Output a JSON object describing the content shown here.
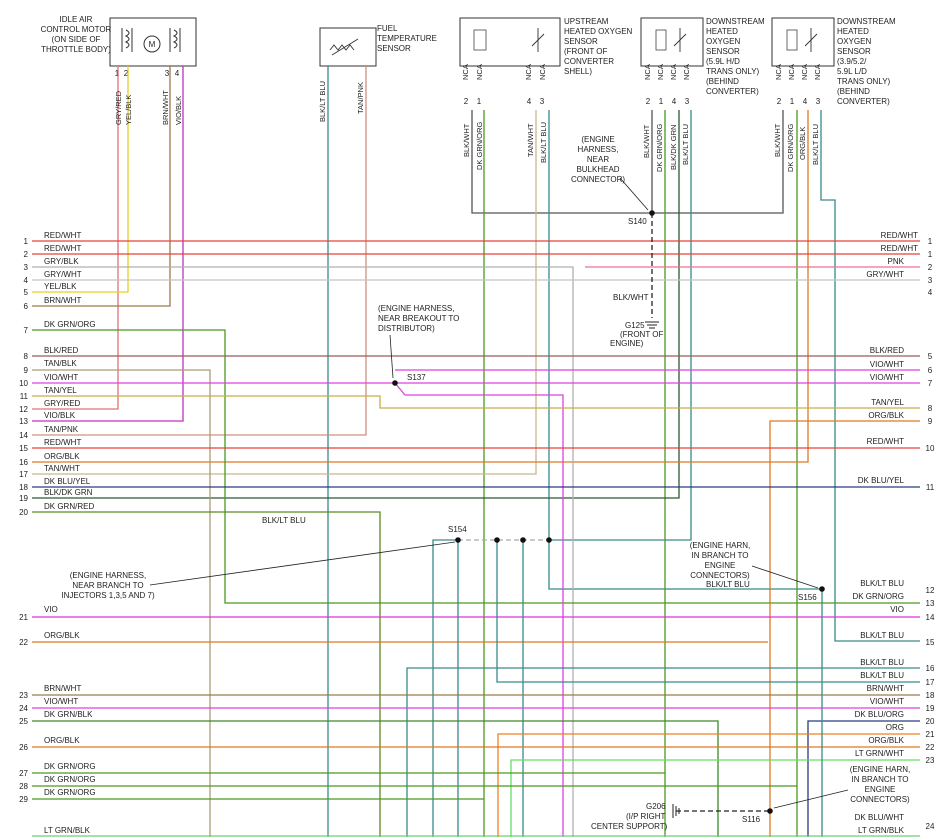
{
  "components": [
    {
      "id": "iac",
      "lines": [
        "IDLE AIR",
        "CONTROL MOTOR",
        "(ON SIDE OF",
        "THROTTLE BODY)"
      ],
      "pins": [
        "1",
        "2",
        "3",
        "4"
      ],
      "motor_symbol": "M"
    },
    {
      "id": "fts",
      "lines": [
        "FUEL",
        "TEMPERATURE",
        "SENSOR"
      ],
      "pins": [],
      "motor_symbol": ""
    },
    {
      "id": "uho2s",
      "lines": [
        "UPSTREAM",
        "HEATED OXYGEN",
        "SENSOR",
        "(FRONT OF",
        "CONVERTER",
        "SHELL)"
      ],
      "pins": [
        "2",
        "1",
        "4",
        "3"
      ],
      "motor_symbol": ""
    },
    {
      "id": "dho2s1",
      "lines": [
        "DOWNSTREAM",
        "HEATED",
        "OXYGEN",
        "SENSOR",
        "(5.9L H/D",
        "TRANS ONLY)",
        "(BEHIND",
        "CONVERTER)"
      ],
      "pins": [
        "2",
        "1",
        "4",
        "3"
      ],
      "motor_symbol": ""
    },
    {
      "id": "dho2s2",
      "lines": [
        "DOWNSTREAM",
        "HEATED",
        "OXYGEN",
        "SENSOR",
        "(3.9/5.2/",
        "5.9L L/D",
        "TRANS ONLY)",
        "(BEHIND",
        "CONVERTER)"
      ],
      "pins": [
        "2",
        "1",
        "4",
        "3"
      ],
      "motor_symbol": ""
    }
  ],
  "nca_label": "NCA",
  "vertical_labels": [
    {
      "id": "v1",
      "text": "GRY/RED"
    },
    {
      "id": "v2",
      "text": "YEL/BLK"
    },
    {
      "id": "v3",
      "text": "BRN/WHT"
    },
    {
      "id": "v4",
      "text": "VIO/BLK"
    },
    {
      "id": "v5",
      "text": "BLK/LT BLU"
    },
    {
      "id": "v6",
      "text": "TAN/PNK"
    },
    {
      "id": "v7",
      "text": "BLK/WHT"
    },
    {
      "id": "v8",
      "text": "DK GRN/ORG"
    },
    {
      "id": "v9",
      "text": "TAN/WHT"
    },
    {
      "id": "v10",
      "text": "BLK/LT BLU"
    },
    {
      "id": "v11",
      "text": "BLK/WHT"
    },
    {
      "id": "v12",
      "text": "DK GRN/ORG"
    },
    {
      "id": "v13",
      "text": "BLK/DK GRN"
    },
    {
      "id": "v14",
      "text": "BLK/LT BLU"
    },
    {
      "id": "v15",
      "text": "BLK/WHT"
    },
    {
      "id": "v16",
      "text": "DK GRN/ORG"
    },
    {
      "id": "v17",
      "text": "ORG/BLK"
    },
    {
      "id": "v18",
      "text": "BLK/LT BLU"
    }
  ],
  "left_pins": [
    {
      "pin": "1",
      "label": "RED/WHT",
      "color": "#e8403a"
    },
    {
      "pin": "2",
      "label": "RED/WHT",
      "color": "#e8403a"
    },
    {
      "pin": "3",
      "label": "GRY/BLK",
      "color": "#b0b0b0"
    },
    {
      "pin": "4",
      "label": "GRY/WHT",
      "color": "#c4c4c4"
    },
    {
      "pin": "5",
      "label": "YEL/BLK",
      "color": "#e8d020"
    },
    {
      "pin": "6",
      "label": "BRN/WHT",
      "color": "#9a7a4a"
    },
    {
      "pin": "7",
      "label": "DK GRN/ORG",
      "color": "#4a9a20"
    },
    {
      "pin": "8",
      "label": "BLK/RED",
      "color": "#9a5a5a"
    },
    {
      "pin": "9",
      "label": "TAN/BLK",
      "color": "#b09a70"
    },
    {
      "pin": "10",
      "label": "VIO/WHT",
      "color": "#e040e0"
    },
    {
      "pin": "11",
      "label": "TAN/YEL",
      "color": "#c8b040"
    },
    {
      "pin": "12",
      "label": "GRY/RED",
      "color": "#e87070"
    },
    {
      "pin": "13",
      "label": "VIO/BLK",
      "color": "#c030c0"
    },
    {
      "pin": "14",
      "label": "TAN/PNK",
      "color": "#d09080"
    },
    {
      "pin": "15",
      "label": "RED/WHT",
      "color": "#e8403a"
    },
    {
      "pin": "16",
      "label": "ORG/BLK",
      "color": "#e07820"
    },
    {
      "pin": "17",
      "label": "TAN/WHT",
      "color": "#c8b890"
    },
    {
      "pin": "18",
      "label": "DK BLU/YEL",
      "color": "#2a3a80"
    },
    {
      "pin": "19",
      "label": "BLK/DK GRN",
      "color": "#2a5a30"
    },
    {
      "pin": "20",
      "label": "DK GRN/RED",
      "color": "#5a8a20"
    },
    {
      "pin": "21",
      "label": "VIO",
      "color": "#e030e0"
    },
    {
      "pin": "22",
      "label": "ORG/BLK",
      "color": "#e07820"
    },
    {
      "pin": "23",
      "label": "BRN/WHT",
      "color": "#9a7a4a"
    },
    {
      "pin": "24",
      "label": "VIO/WHT",
      "color": "#e040e0"
    },
    {
      "pin": "25",
      "label": "DK GRN/BLK",
      "color": "#3a8a2a"
    },
    {
      "pin": "26",
      "label": "ORG/BLK",
      "color": "#e07820"
    },
    {
      "pin": "27",
      "label": "DK GRN/ORG",
      "color": "#4a9a20"
    },
    {
      "pin": "28",
      "label": "DK GRN/ORG",
      "color": "#4a9a20"
    },
    {
      "pin": "29",
      "label": "DK GRN/ORG",
      "color": "#4a9a20"
    },
    {
      "pin": "",
      "label": "LT GRN/BLK",
      "color": "#70d070"
    }
  ],
  "right_pins": [
    {
      "pin": "1",
      "label": "RED/WHT",
      "color": "#e8403a"
    },
    {
      "pin": "1",
      "label": "RED/WHT",
      "color": "#e8403a"
    },
    {
      "pin": "2",
      "label": "PNK",
      "color": "#f07090"
    },
    {
      "pin": "3",
      "label": "GRY/WHT",
      "color": "#c4c4c4"
    },
    {
      "pin": "4",
      "label": "",
      "color": "#c4c4c4"
    },
    {
      "pin": "5",
      "label": "BLK/RED",
      "color": "#9a5a5a"
    },
    {
      "pin": "6",
      "label": "VIO/WHT",
      "color": "#e040e0"
    },
    {
      "pin": "7",
      "label": "VIO/WHT",
      "color": "#e040e0"
    },
    {
      "pin": "8",
      "label": "TAN/YEL",
      "color": "#c8b040"
    },
    {
      "pin": "9",
      "label": "ORG/BLK",
      "color": "#e07820"
    },
    {
      "pin": "10",
      "label": "RED/WHT",
      "color": "#e8403a"
    },
    {
      "pin": "11",
      "label": "DK BLU/YEL",
      "color": "#2a3a80"
    },
    {
      "pin": "12",
      "label": "BLK/LT BLU",
      "color": "#3a8a8a"
    },
    {
      "pin": "13",
      "label": "DK GRN/ORG",
      "color": "#4a9a20"
    },
    {
      "pin": "14",
      "label": "VIO",
      "color": "#e030e0"
    },
    {
      "pin": "15",
      "label": "BLK/LT BLU",
      "color": "#3a8a8a"
    },
    {
      "pin": "16",
      "label": "BLK/LT BLU",
      "color": "#3a8a8a"
    },
    {
      "pin": "17",
      "label": "BLK/LT BLU",
      "color": "#3a8a8a"
    },
    {
      "pin": "18",
      "label": "BRN/WHT",
      "color": "#9a7a4a"
    },
    {
      "pin": "19",
      "label": "VIO/WHT",
      "color": "#e040e0"
    },
    {
      "pin": "20",
      "label": "DK BLU/ORG",
      "color": "#2a3a80"
    },
    {
      "pin": "21",
      "label": "ORG",
      "color": "#f08020"
    },
    {
      "pin": "22",
      "label": "ORG/BLK",
      "color": "#e07820"
    },
    {
      "pin": "23",
      "label": "LT GRN/WHT",
      "color": "#60e060"
    },
    {
      "pin": "",
      "label": "DK BLU/WHT",
      "color": "#2a3a80"
    },
    {
      "pin": "24",
      "label": "LT GRN/BLK",
      "color": "#70d070"
    }
  ],
  "splices": [
    {
      "id": "S140",
      "label": "S140"
    },
    {
      "id": "S137",
      "label": "S137"
    },
    {
      "id": "S154",
      "label": "S154"
    },
    {
      "id": "S156",
      "label": "S156"
    },
    {
      "id": "S116",
      "label": "S116"
    }
  ],
  "grounds": [
    {
      "id": "G125",
      "label": "G125",
      "lines": [
        "(FRONT OF",
        "ENGINE)"
      ]
    },
    {
      "id": "G206",
      "label": "G206",
      "lines": [
        "(I/P RIGHT",
        "CENTER SUPPORT)"
      ]
    }
  ],
  "notes": [
    {
      "id": "n-s140",
      "lines": [
        "(ENGINE",
        "HARNESS,",
        "NEAR",
        "BULKHEAD",
        "CONNECTOR)"
      ]
    },
    {
      "id": "n-s137",
      "lines": [
        "(ENGINE HARNESS,",
        "NEAR BREAKOUT TO",
        "DISTRIBUTOR)"
      ]
    },
    {
      "id": "n-s154",
      "lines": [
        "(ENGINE HARNESS,",
        "NEAR BRANCH TO",
        "INJECTORS 1,3,5 AND 7)"
      ]
    },
    {
      "id": "n-s156",
      "lines": [
        "(ENGINE HARN,",
        "IN BRANCH TO",
        "ENGINE",
        "CONNECTORS)"
      ]
    },
    {
      "id": "n-s116",
      "lines": [
        "(ENGINE HARN,",
        "IN BRANCH TO",
        "ENGINE",
        "CONNECTORS)"
      ]
    }
  ],
  "misc_labels": {
    "blk_wht_ground": "BLK/WHT",
    "blk_lt_blu_mid": "BLK/LT BLU",
    "blk_lt_blu_s156": "BLK/LT BLU"
  }
}
